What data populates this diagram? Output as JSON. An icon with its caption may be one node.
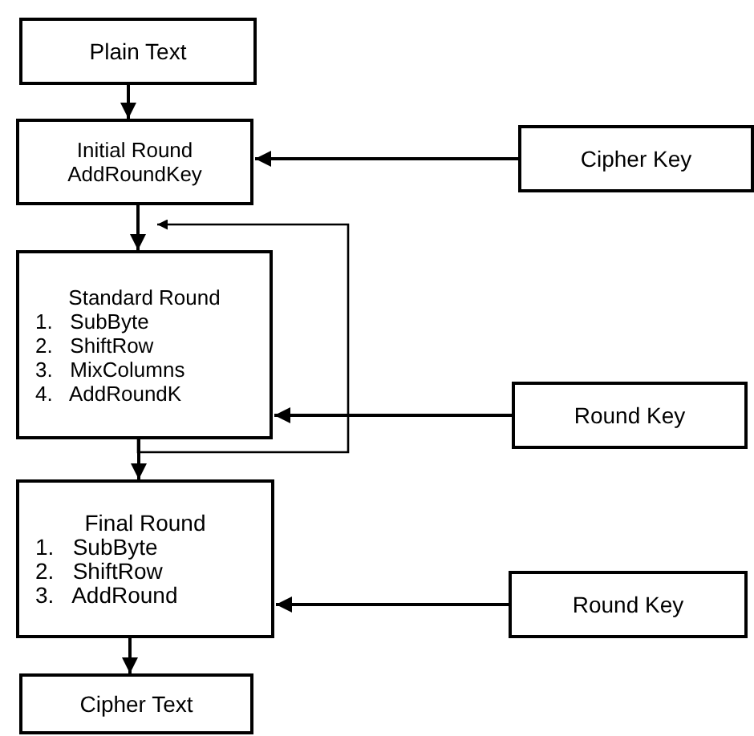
{
  "diagram": {
    "nodes": [
      {
        "text": [
          "Plain Text"
        ]
      },
      {
        "text": [
          "Initial Round",
          "AddRoundKey"
        ]
      },
      {
        "text": [
          "Cipher Key"
        ]
      },
      {
        "text": [
          "Standard Round",
          "1. SubByte",
          "2. ShiftRow",
          "3. MixColumns",
          "4. AddRoundK"
        ]
      },
      {
        "text": [
          "Round Key"
        ]
      },
      {
        "text": [
          "Final Round",
          "1. SubByte",
          "2. ShiftRow",
          "3. AddRound"
        ]
      },
      {
        "text": [
          "Round Key"
        ]
      },
      {
        "text": [
          "Cipher Text"
        ]
      }
    ],
    "edges": [
      {
        "from": 0,
        "to": 1,
        "arrow": "to"
      },
      {
        "from": 2,
        "to": 1,
        "arrow": "to"
      },
      {
        "from": 1,
        "to": 3,
        "arrow": "to"
      },
      {
        "from": 3,
        "to": 3,
        "arrow": "to"
      },
      {
        "from": 4,
        "to": 3,
        "arrow": "to"
      },
      {
        "from": 3,
        "to": 5,
        "arrow": "to"
      },
      {
        "from": 6,
        "to": 5,
        "arrow": "to"
      },
      {
        "from": 5,
        "to": 7,
        "arrow": "to"
      }
    ]
  }
}
